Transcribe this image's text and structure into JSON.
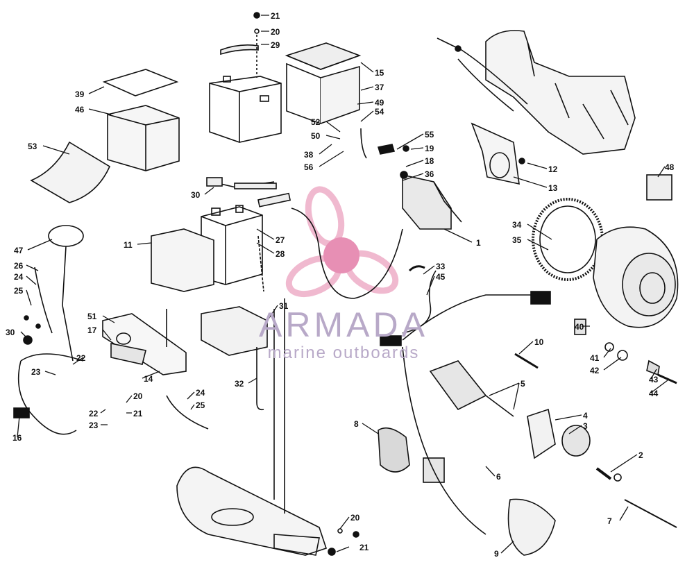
{
  "watermark": {
    "title": "ARMADA",
    "subtitle": "marine outboards",
    "logo_colors": [
      "#f2c2d6",
      "#e98bb2"
    ]
  },
  "diagram": {
    "line_color": "#111111",
    "callouts": [
      {
        "id": "c21a",
        "text": "21"
      },
      {
        "id": "c20a",
        "text": "20"
      },
      {
        "id": "c29",
        "text": "29"
      },
      {
        "id": "c15",
        "text": "15"
      },
      {
        "id": "c37",
        "text": "37"
      },
      {
        "id": "c49",
        "text": "49"
      },
      {
        "id": "c54",
        "text": "54"
      },
      {
        "id": "c52",
        "text": "52"
      },
      {
        "id": "c50",
        "text": "50"
      },
      {
        "id": "c38",
        "text": "38"
      },
      {
        "id": "c56",
        "text": "56"
      },
      {
        "id": "c55",
        "text": "55"
      },
      {
        "id": "c19",
        "text": "19"
      },
      {
        "id": "c18",
        "text": "18"
      },
      {
        "id": "c36",
        "text": "36"
      },
      {
        "id": "c12",
        "text": "12"
      },
      {
        "id": "c13",
        "text": "13"
      },
      {
        "id": "c48",
        "text": "48"
      },
      {
        "id": "c39",
        "text": "39"
      },
      {
        "id": "c46",
        "text": "46"
      },
      {
        "id": "c53",
        "text": "53"
      },
      {
        "id": "c30a",
        "text": "30"
      },
      {
        "id": "c27",
        "text": "27"
      },
      {
        "id": "c28",
        "text": "28"
      },
      {
        "id": "c11",
        "text": "11"
      },
      {
        "id": "c1",
        "text": "1"
      },
      {
        "id": "c34",
        "text": "34"
      },
      {
        "id": "c35",
        "text": "35"
      },
      {
        "id": "c47",
        "text": "47"
      },
      {
        "id": "c26",
        "text": "26"
      },
      {
        "id": "c24a",
        "text": "24"
      },
      {
        "id": "c25a",
        "text": "25"
      },
      {
        "id": "c33",
        "text": "33"
      },
      {
        "id": "c45",
        "text": "45"
      },
      {
        "id": "c31",
        "text": "31"
      },
      {
        "id": "c51",
        "text": "51"
      },
      {
        "id": "c17",
        "text": "17"
      },
      {
        "id": "c30b",
        "text": "30"
      },
      {
        "id": "c22a",
        "text": "22"
      },
      {
        "id": "c23a",
        "text": "23"
      },
      {
        "id": "c14",
        "text": "14"
      },
      {
        "id": "c40",
        "text": "40"
      },
      {
        "id": "c10",
        "text": "10"
      },
      {
        "id": "c41",
        "text": "41"
      },
      {
        "id": "c42",
        "text": "42"
      },
      {
        "id": "c43",
        "text": "43"
      },
      {
        "id": "c44",
        "text": "44"
      },
      {
        "id": "c32",
        "text": "32"
      },
      {
        "id": "c5",
        "text": "5"
      },
      {
        "id": "c24b",
        "text": "24"
      },
      {
        "id": "c25b",
        "text": "25"
      },
      {
        "id": "c20b",
        "text": "20"
      },
      {
        "id": "c21b",
        "text": "21"
      },
      {
        "id": "c22b",
        "text": "22"
      },
      {
        "id": "c23b",
        "text": "23"
      },
      {
        "id": "c16",
        "text": "16"
      },
      {
        "id": "c4",
        "text": "4"
      },
      {
        "id": "c3",
        "text": "3"
      },
      {
        "id": "c8",
        "text": "8"
      },
      {
        "id": "c2",
        "text": "2"
      },
      {
        "id": "c6",
        "text": "6"
      },
      {
        "id": "c7",
        "text": "7"
      },
      {
        "id": "c20c",
        "text": "20"
      },
      {
        "id": "c21c",
        "text": "21"
      },
      {
        "id": "c9",
        "text": "9"
      }
    ]
  }
}
